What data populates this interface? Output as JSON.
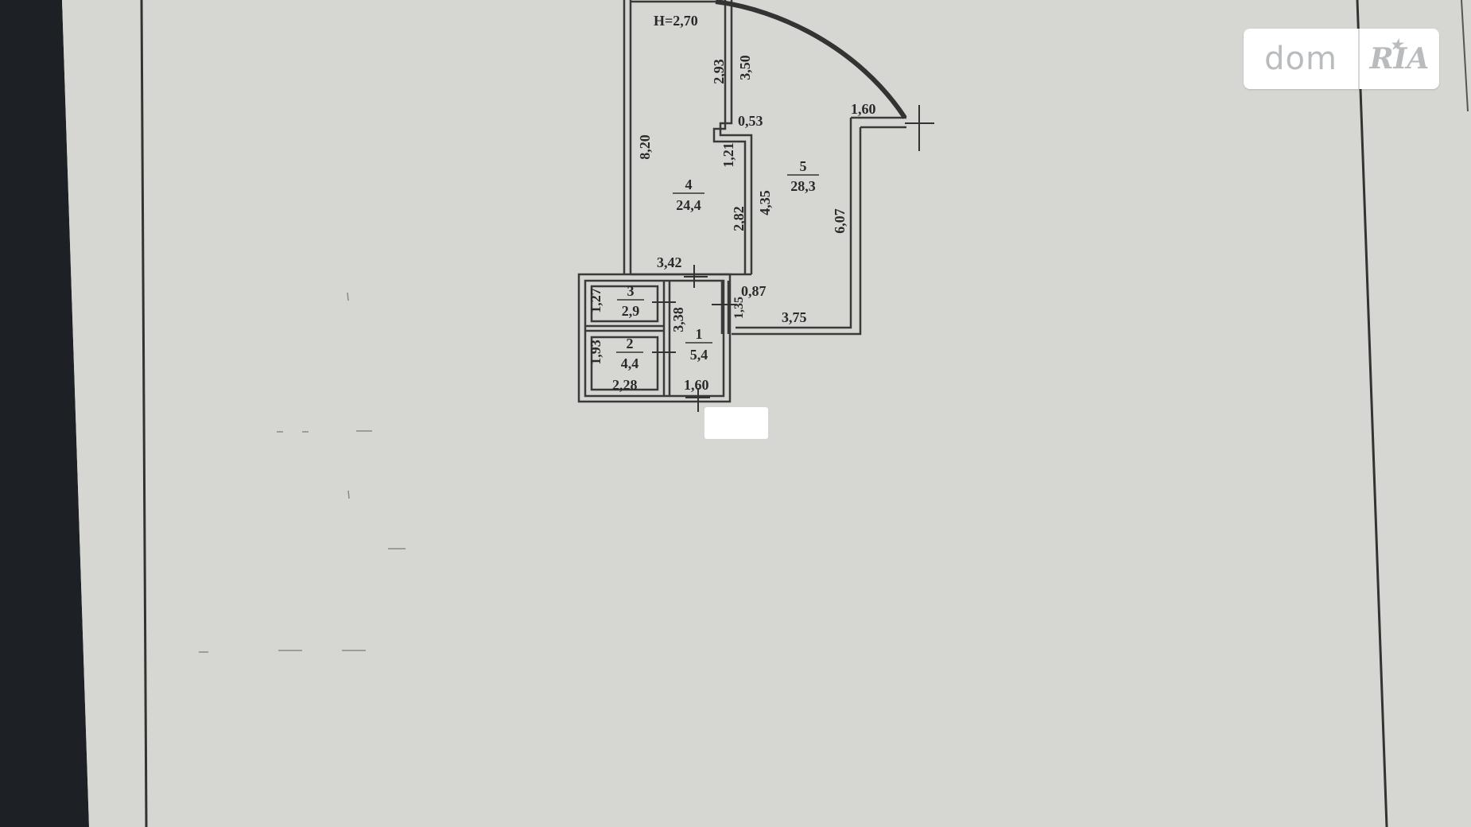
{
  "height_label": "H=2,70",
  "rooms": [
    {
      "number": "1",
      "area": "5,4"
    },
    {
      "number": "2",
      "area": "4,4"
    },
    {
      "number": "3",
      "area": "2,9"
    },
    {
      "number": "4",
      "area": "24,4"
    },
    {
      "number": "5",
      "area": "28,3"
    }
  ],
  "dimensions": {
    "d820": "8,20",
    "d293": "2,93",
    "d350": "3,50",
    "d053": "0,53",
    "d121": "1,21",
    "d435": "4,35",
    "d282": "2,82",
    "d342": "3,42",
    "d087": "0,87",
    "d135": "1,35",
    "d375": "3,75",
    "d607": "6,07",
    "d160_top": "1,60",
    "d127": "1,27",
    "d338": "3,38",
    "d193": "1,93",
    "d228": "2,28",
    "d160_bottom": "1,60"
  },
  "watermark": {
    "left_text": "dom",
    "right_text": "RIA"
  },
  "colors": {
    "paper": "#d8d9d5",
    "dark_edge": "#1d2125",
    "line": "#3a3a3a"
  }
}
